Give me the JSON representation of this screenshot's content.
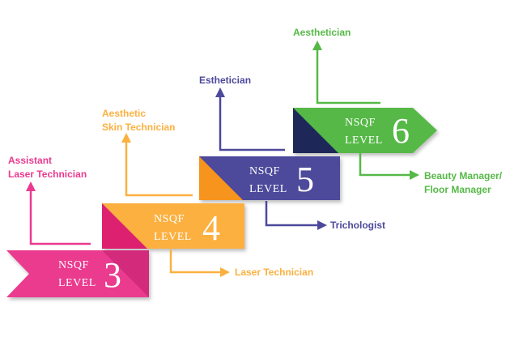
{
  "levels": [
    {
      "line1": "NSQF",
      "line2": "LEVEL",
      "num": "3",
      "color": "#ea3a8f",
      "dark": "#a3245e"
    },
    {
      "line1": "NSQF",
      "line2": "LEVEL",
      "num": "4",
      "color": "#fbb040",
      "dark": "#dd2070"
    },
    {
      "line1": "NSQF",
      "line2": "LEVEL",
      "num": "5",
      "color": "#4d489b",
      "dark": "#f7941d"
    },
    {
      "line1": "NSQF",
      "line2": "LEVEL",
      "num": "6",
      "color": "#56b947",
      "dark": "#1e2858"
    }
  ],
  "roles": {
    "assistant_laser_tech": [
      "Assistant",
      "Laser Technician"
    ],
    "laser_technician": "Laser Technician",
    "aesthetic_skin_tech": [
      "Aesthetic",
      "Skin Technician"
    ],
    "esthetician": "Esthetician",
    "trichologist": "Trichologist",
    "aesthetician": "Aesthetician",
    "beauty_manager": [
      "Beauty Manager/",
      "Floor Manager"
    ]
  }
}
